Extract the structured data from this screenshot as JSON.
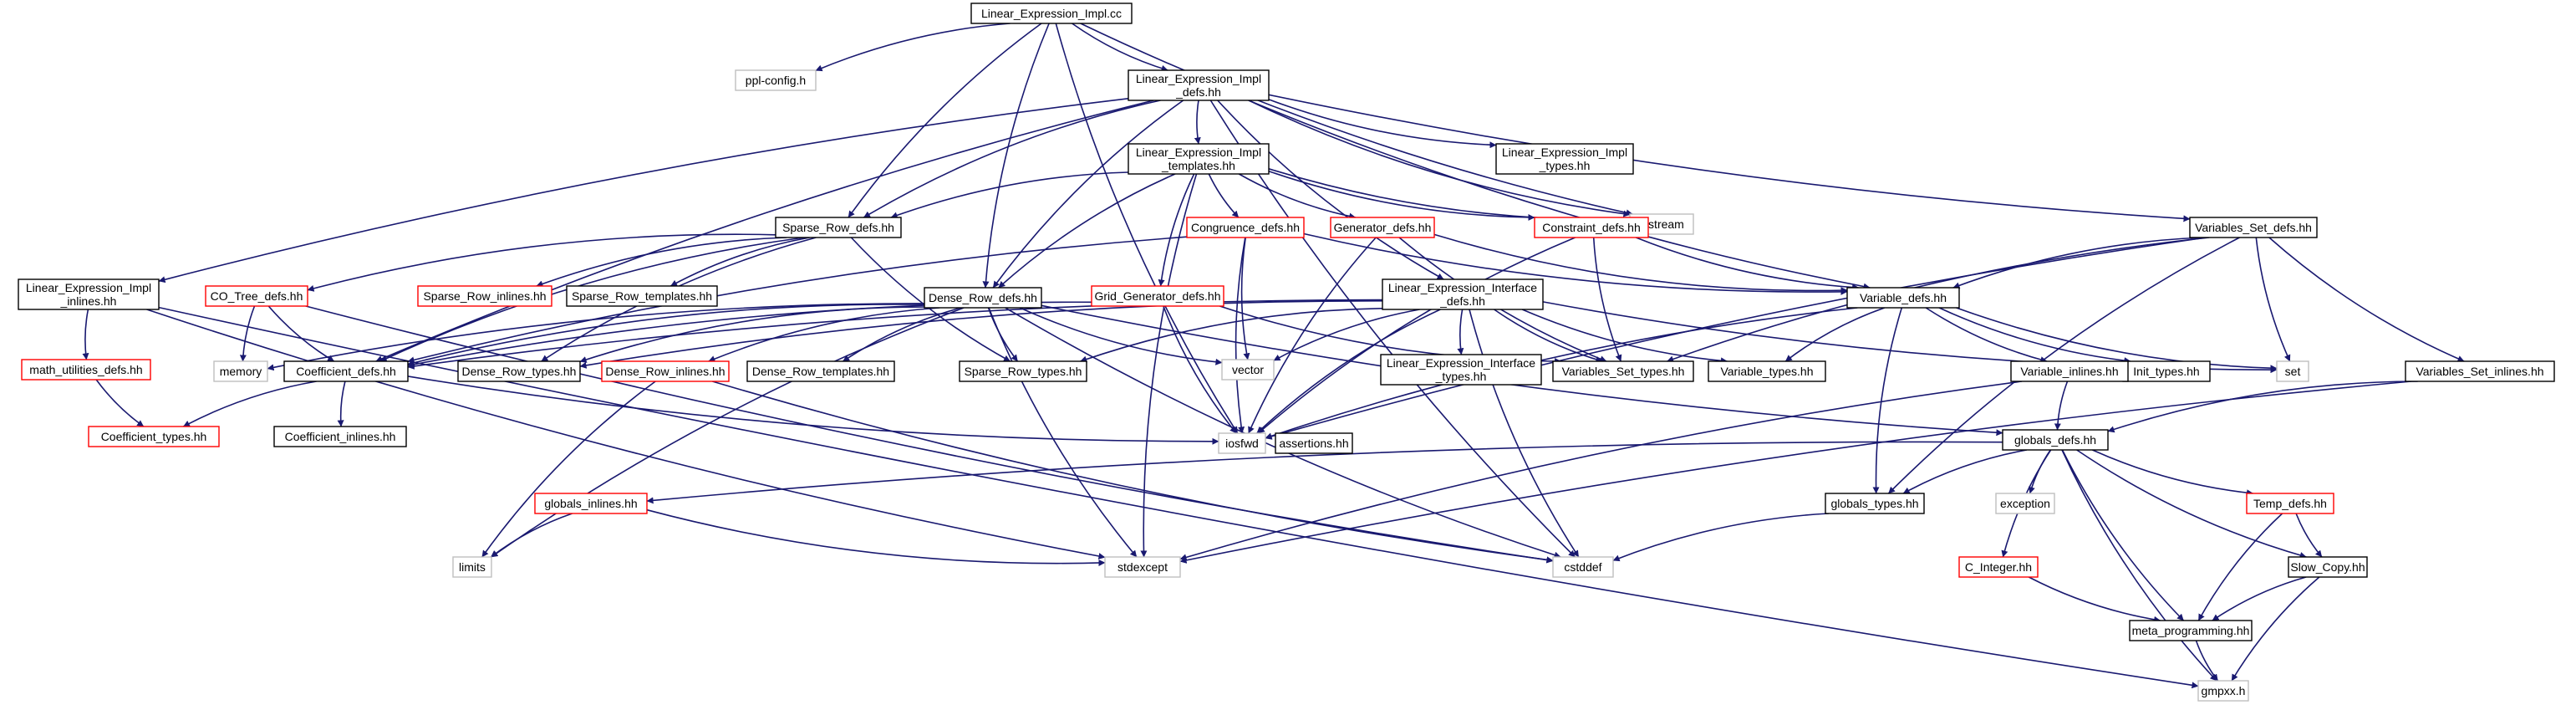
{
  "diagram": {
    "type": "include-dependency-graph",
    "colors": {
      "edge": "#191970",
      "border_normal": "#000000",
      "border_truncated": "#ff0000",
      "border_external": "#bfbfbf",
      "root_fill": "#bfbfbf"
    },
    "nodes": [
      {
        "id": "root",
        "lines": [
          "Linear_Expression_Impl.cc"
        ],
        "kind": "root"
      },
      {
        "id": "pplconfig",
        "lines": [
          "ppl-config.h"
        ],
        "kind": "external"
      },
      {
        "id": "lei_defs",
        "lines": [
          "Linear_Expression_Impl",
          "_defs.hh"
        ],
        "kind": "normal"
      },
      {
        "id": "iostream",
        "lines": [
          "iostream"
        ],
        "kind": "external"
      },
      {
        "id": "lei_templates",
        "lines": [
          "Linear_Expression_Impl",
          "_templates.hh"
        ],
        "kind": "normal"
      },
      {
        "id": "lei_types",
        "lines": [
          "Linear_Expression_Impl",
          "_types.hh"
        ],
        "kind": "normal"
      },
      {
        "id": "vsdefs",
        "lines": [
          "Variables_Set_defs.hh"
        ],
        "kind": "normal"
      },
      {
        "id": "srdefs",
        "lines": [
          "Sparse_Row_defs.hh"
        ],
        "kind": "normal"
      },
      {
        "id": "congdefs",
        "lines": [
          "Congruence_defs.hh"
        ],
        "kind": "truncated"
      },
      {
        "id": "gendefs",
        "lines": [
          "Generator_defs.hh"
        ],
        "kind": "truncated"
      },
      {
        "id": "consdefs",
        "lines": [
          "Constraint_defs.hh"
        ],
        "kind": "truncated"
      },
      {
        "id": "lei_inlines",
        "lines": [
          "Linear_Expression_Impl",
          "_inlines.hh"
        ],
        "kind": "normal"
      },
      {
        "id": "cotree",
        "lines": [
          "CO_Tree_defs.hh"
        ],
        "kind": "truncated"
      },
      {
        "id": "srinlines",
        "lines": [
          "Sparse_Row_inlines.hh"
        ],
        "kind": "truncated"
      },
      {
        "id": "srtemplates",
        "lines": [
          "Sparse_Row_templates.hh"
        ],
        "kind": "normal"
      },
      {
        "id": "drdefs",
        "lines": [
          "Dense_Row_defs.hh"
        ],
        "kind": "normal"
      },
      {
        "id": "ggdefs",
        "lines": [
          "Grid_Generator_defs.hh"
        ],
        "kind": "truncated"
      },
      {
        "id": "lidefs",
        "lines": [
          "Linear_Expression_Interface",
          "_defs.hh"
        ],
        "kind": "normal"
      },
      {
        "id": "vardefs",
        "lines": [
          "Variable_defs.hh"
        ],
        "kind": "normal"
      },
      {
        "id": "mathutil",
        "lines": [
          "math_utilities_defs.hh"
        ],
        "kind": "truncated"
      },
      {
        "id": "memory",
        "lines": [
          "memory"
        ],
        "kind": "external"
      },
      {
        "id": "coefdefs",
        "lines": [
          "Coefficient_defs.hh"
        ],
        "kind": "normal"
      },
      {
        "id": "drtypes",
        "lines": [
          "Dense_Row_types.hh"
        ],
        "kind": "normal"
      },
      {
        "id": "drinlines",
        "lines": [
          "Dense_Row_inlines.hh"
        ],
        "kind": "truncated"
      },
      {
        "id": "drtemplates",
        "lines": [
          "Dense_Row_templates.hh"
        ],
        "kind": "normal"
      },
      {
        "id": "srtypes",
        "lines": [
          "Sparse_Row_types.hh"
        ],
        "kind": "normal"
      },
      {
        "id": "vector",
        "lines": [
          "vector"
        ],
        "kind": "external"
      },
      {
        "id": "litypes",
        "lines": [
          "Linear_Expression_Interface",
          "_types.hh"
        ],
        "kind": "normal"
      },
      {
        "id": "vstypes",
        "lines": [
          "Variables_Set_types.hh"
        ],
        "kind": "normal"
      },
      {
        "id": "vartypes",
        "lines": [
          "Variable_types.hh"
        ],
        "kind": "normal"
      },
      {
        "id": "initfwd",
        "lines": [
          "Init_types.hh"
        ],
        "kind": "normal"
      },
      {
        "id": "set",
        "lines": [
          "set"
        ],
        "kind": "external"
      },
      {
        "id": "vsinlines",
        "lines": [
          "Variables_Set_inlines.hh"
        ],
        "kind": "normal"
      },
      {
        "id": "varinlines",
        "lines": [
          "Variable_inlines.hh"
        ],
        "kind": "normal"
      },
      {
        "id": "coeftypes",
        "lines": [
          "Coefficient_types.hh"
        ],
        "kind": "truncated"
      },
      {
        "id": "coefinlines",
        "lines": [
          "Coefficient_inlines.hh"
        ],
        "kind": "normal"
      },
      {
        "id": "iosfwd",
        "lines": [
          "iosfwd"
        ],
        "kind": "external"
      },
      {
        "id": "assertions",
        "lines": [
          "assertions.hh"
        ],
        "kind": "normal"
      },
      {
        "id": "globdefs",
        "lines": [
          "globals_defs.hh"
        ],
        "kind": "normal"
      },
      {
        "id": "globinlines",
        "lines": [
          "globals_inlines.hh"
        ],
        "kind": "truncated"
      },
      {
        "id": "globtypes",
        "lines": [
          "globals_types.hh"
        ],
        "kind": "normal"
      },
      {
        "id": "exception",
        "lines": [
          "exception"
        ],
        "kind": "external"
      },
      {
        "id": "tempdefs",
        "lines": [
          "Temp_defs.hh"
        ],
        "kind": "truncated"
      },
      {
        "id": "limits",
        "lines": [
          "limits"
        ],
        "kind": "external"
      },
      {
        "id": "stdexcept",
        "lines": [
          "stdexcept"
        ],
        "kind": "external"
      },
      {
        "id": "cstddef",
        "lines": [
          "cstddef"
        ],
        "kind": "external"
      },
      {
        "id": "cinteger",
        "lines": [
          "C_Integer.hh"
        ],
        "kind": "truncated"
      },
      {
        "id": "slowcopy",
        "lines": [
          "Slow_Copy.hh"
        ],
        "kind": "normal"
      },
      {
        "id": "metaprog",
        "lines": [
          "meta_programming.hh"
        ],
        "kind": "normal"
      },
      {
        "id": "gmpxx",
        "lines": [
          "gmpxx.h"
        ],
        "kind": "external"
      }
    ],
    "edges": [
      [
        "root",
        "pplconfig"
      ],
      [
        "root",
        "lei_defs"
      ],
      [
        "root",
        "iostream"
      ],
      [
        "root",
        "srdefs"
      ],
      [
        "root",
        "drdefs"
      ],
      [
        "root",
        "iosfwd"
      ],
      [
        "lei_defs",
        "lei_types"
      ],
      [
        "lei_defs",
        "lei_templates"
      ],
      [
        "lei_defs",
        "lei_inlines"
      ],
      [
        "lei_defs",
        "vsdefs"
      ],
      [
        "lei_defs",
        "srdefs"
      ],
      [
        "lei_defs",
        "drdefs"
      ],
      [
        "lei_defs",
        "coefdefs"
      ],
      [
        "lei_defs",
        "vardefs"
      ],
      [
        "lei_defs",
        "lidefs"
      ],
      [
        "lei_defs",
        "iostream"
      ],
      [
        "lei_defs",
        "cstddef"
      ],
      [
        "lei_templates",
        "srdefs"
      ],
      [
        "lei_templates",
        "drdefs"
      ],
      [
        "lei_templates",
        "congdefs"
      ],
      [
        "lei_templates",
        "gendefs"
      ],
      [
        "lei_templates",
        "consdefs"
      ],
      [
        "lei_templates",
        "ggdefs"
      ],
      [
        "lei_templates",
        "iostream"
      ],
      [
        "lei_templates",
        "stdexcept"
      ],
      [
        "srdefs",
        "cotree"
      ],
      [
        "srdefs",
        "srinlines"
      ],
      [
        "srdefs",
        "srtemplates"
      ],
      [
        "srdefs",
        "srtypes"
      ],
      [
        "srdefs",
        "coefdefs"
      ],
      [
        "srdefs",
        "drtypes"
      ],
      [
        "drdefs",
        "coefdefs"
      ],
      [
        "drdefs",
        "drtypes"
      ],
      [
        "drdefs",
        "drinlines"
      ],
      [
        "drdefs",
        "drtemplates"
      ],
      [
        "drdefs",
        "srtypes"
      ],
      [
        "drdefs",
        "memory"
      ],
      [
        "drdefs",
        "vector"
      ],
      [
        "drdefs",
        "limits"
      ],
      [
        "drdefs",
        "globdefs"
      ],
      [
        "drdefs",
        "cstddef"
      ],
      [
        "drdefs",
        "stdexcept"
      ],
      [
        "congdefs",
        "coefdefs"
      ],
      [
        "congdefs",
        "vector"
      ],
      [
        "congdefs",
        "iosfwd"
      ],
      [
        "congdefs",
        "vardefs"
      ],
      [
        "gendefs",
        "vardefs"
      ],
      [
        "gendefs",
        "vstypes"
      ],
      [
        "gendefs",
        "iosfwd"
      ],
      [
        "consdefs",
        "vardefs"
      ],
      [
        "consdefs",
        "vstypes"
      ],
      [
        "consdefs",
        "iosfwd"
      ],
      [
        "ggdefs",
        "coefdefs"
      ],
      [
        "ggdefs",
        "vstypes"
      ],
      [
        "ggdefs",
        "iosfwd"
      ],
      [
        "lidefs",
        "coefdefs"
      ],
      [
        "lidefs",
        "vartypes"
      ],
      [
        "lidefs",
        "vstypes"
      ],
      [
        "lidefs",
        "litypes"
      ],
      [
        "lidefs",
        "srtypes"
      ],
      [
        "lidefs",
        "drtypes"
      ],
      [
        "lidefs",
        "vector"
      ],
      [
        "lidefs",
        "set"
      ],
      [
        "lidefs",
        "iosfwd"
      ],
      [
        "lidefs",
        "cstddef"
      ],
      [
        "vsdefs",
        "vardefs"
      ],
      [
        "vsdefs",
        "vstypes"
      ],
      [
        "vsdefs",
        "set"
      ],
      [
        "vsdefs",
        "vsinlines"
      ],
      [
        "vsdefs",
        "iosfwd"
      ],
      [
        "vsdefs",
        "globtypes"
      ],
      [
        "vardefs",
        "vartypes"
      ],
      [
        "vardefs",
        "initfwd"
      ],
      [
        "vardefs",
        "varinlines"
      ],
      [
        "vardefs",
        "globtypes"
      ],
      [
        "vardefs",
        "set"
      ],
      [
        "vardefs",
        "iosfwd"
      ],
      [
        "lei_inlines",
        "mathutil"
      ],
      [
        "lei_inlines",
        "stdexcept"
      ],
      [
        "lei_inlines",
        "gmpxx"
      ],
      [
        "mathutil",
        "coeftypes"
      ],
      [
        "cotree",
        "coefdefs"
      ],
      [
        "cotree",
        "memory"
      ],
      [
        "cotree",
        "cstddef"
      ],
      [
        "coefdefs",
        "coeftypes"
      ],
      [
        "coefdefs",
        "coefinlines"
      ],
      [
        "coefdefs",
        "iosfwd"
      ],
      [
        "drinlines",
        "limits"
      ],
      [
        "drinlines",
        "cstddef"
      ],
      [
        "varinlines",
        "globdefs"
      ],
      [
        "varinlines",
        "stdexcept"
      ],
      [
        "vsinlines",
        "globdefs"
      ],
      [
        "vsinlines",
        "stdexcept"
      ],
      [
        "globdefs",
        "globtypes"
      ],
      [
        "globdefs",
        "globinlines"
      ],
      [
        "globdefs",
        "exception"
      ],
      [
        "globdefs",
        "tempdefs"
      ],
      [
        "globdefs",
        "cinteger"
      ],
      [
        "globdefs",
        "metaprog"
      ],
      [
        "globdefs",
        "slowcopy"
      ],
      [
        "globdefs",
        "gmpxx"
      ],
      [
        "globinlines",
        "limits"
      ],
      [
        "globinlines",
        "stdexcept"
      ],
      [
        "globtypes",
        "cstddef"
      ],
      [
        "tempdefs",
        "slowcopy"
      ],
      [
        "tempdefs",
        "metaprog"
      ],
      [
        "cinteger",
        "metaprog"
      ],
      [
        "slowcopy",
        "metaprog"
      ],
      [
        "slowcopy",
        "gmpxx"
      ],
      [
        "metaprog",
        "gmpxx"
      ]
    ]
  }
}
